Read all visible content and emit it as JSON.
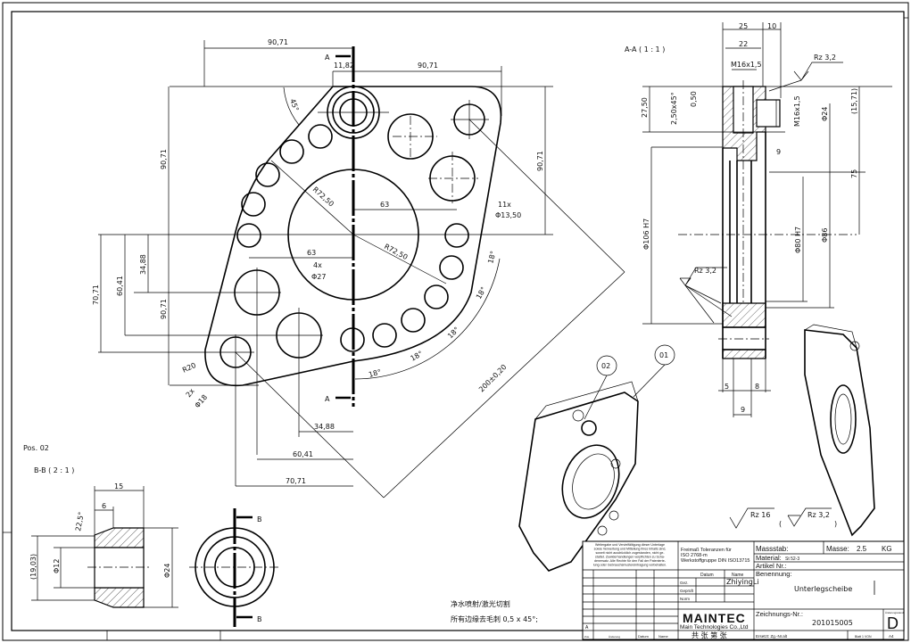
{
  "main_view": {
    "section_label_a": "A",
    "dims": {
      "top_90_71_left": "90,71",
      "top_11_82": "11,82",
      "top_90_71_right": "90,71",
      "left_90_71": "90,71",
      "right_90_71": "90,71",
      "left_70_71": "70,71",
      "left_60_41": "60,41",
      "left_34_88": "34,88",
      "left_90_71_b": "90,71",
      "r72_50_a": "R72,50",
      "r72_50_b": "R72,50",
      "dim_63_a": "63",
      "dim_63_b": "63",
      "holes_4x": "4x",
      "hole_27": "Φ27",
      "holes_11x": "11x",
      "hole_13_50": "Φ13,50",
      "angle_45": "45°",
      "angle_18": "18°",
      "r20": "R20",
      "holes_2x": "2x",
      "hole_18": "Φ18",
      "bottom_34_88": "34,88",
      "bottom_60_41": "60,41",
      "bottom_70_71": "70,71",
      "diag_200": "200±0,20"
    }
  },
  "section_aa": {
    "title": "A-A ( 1 : 1 )",
    "dims": {
      "d25": "25",
      "d10": "10",
      "d22": "22",
      "thread_top": "M16x1,5",
      "rz_top": "Rz 3,2",
      "d27_50": "27,50",
      "chamfer": "2,50x45°",
      "d0_50": "0,50",
      "thread_side": "M16x1,5",
      "dia24": "Φ24",
      "d15_71": "(15,71)",
      "d9_top": "9",
      "d75": "75",
      "dia106": "Φ106 H7",
      "dia80": "Φ80 H7",
      "dia86": "Φ86",
      "rz_bottom": "Rz 3,2",
      "d5": "5",
      "d8": "8",
      "d9_bottom": "9"
    }
  },
  "pos02": {
    "label": "Pos. 02",
    "title": "B-B ( 2 : 1 )",
    "section_label_b": "B",
    "dims": {
      "d15": "15",
      "d6": "6",
      "angle": "22,5°",
      "d19_03": "(19,03)",
      "dia12": "Φ12",
      "dia24": "Φ24"
    }
  },
  "balloons": [
    "02",
    "01"
  ],
  "surface": {
    "general": "Rz 16",
    "exception": "Rz 3,2"
  },
  "notes": [
    "净水喷射/激光切割",
    "所有边缘去毛刺 0,5 x 45°;"
  ],
  "title_block": {
    "legal_text": [
      "Weitergabe und Vervielfältigung dieser Unterlage",
      "sowie Verwertung und Mitteilung ihres Inhalts sind,",
      "soweit nicht ausdrücklich zugestanden, nicht ge-",
      "stattet. Zuwiderhandlungen verpflichten zu Scha-",
      "denersatz. Alle Rechte für den Fall der Patenterte-",
      "lung oder Gebrauchsmustereintragung vorbehalten."
    ],
    "tolerances": [
      "Freimaß Toleranzen für",
      "ISO 2768-m",
      "Werkstoffgruppe DIN ISO13715"
    ],
    "scale_label": "Massstab:",
    "mass_label": "Masse:",
    "mass_value": "2.5",
    "mass_unit": "KG",
    "material_label": "Material:",
    "material_value": "St 52-3",
    "article_label": "Artikel Nr.:",
    "name_label": "Benennung:",
    "name_value": "Unterlegscheibe",
    "col_datum": "Datum",
    "col_name": "Name",
    "row_gez": "Gez.",
    "row_geprueft": "Geprüft",
    "row_norm": "Norm",
    "drawn_by": "ZhiyingLi",
    "revision_a": "A",
    "logo": "MAINTEC",
    "company": "Main Technologies Co.,Ltd",
    "sheets": "共  张  第  张",
    "drawing_no_label": "Zeichnungs-Nr.:",
    "drawing_no": "201015005",
    "revision_label": "Änderungsstand",
    "revision": "D",
    "bottom_aend": "Zus.",
    "bottom_aenderung": "Änderung",
    "bottom_datum": "Datum",
    "bottom_name": "Name",
    "replaced": "Ersetzt: Zg.-Nr.alt",
    "sheet": "Blatt 1 VON",
    "format": "A4"
  }
}
